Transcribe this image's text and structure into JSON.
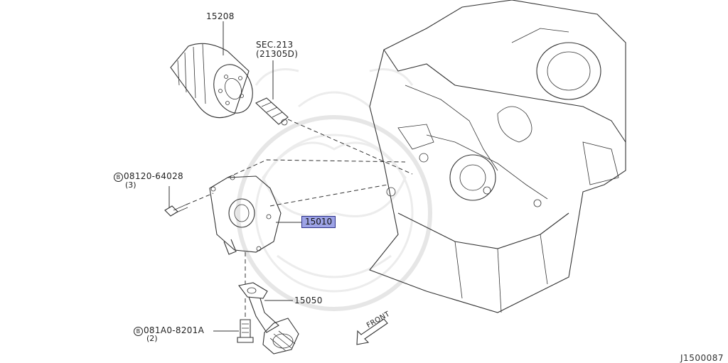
{
  "diagram_id": "J1500087",
  "parts": {
    "oil_filter": "15208",
    "sensor_ref": "SEC.213",
    "sensor_part": "(21305D)",
    "bolt_top": "08120-64028",
    "bolt_top_qty": "(3)",
    "oil_pump": "15010",
    "strainer": "15050",
    "bolt_bottom": "081A0-8201A",
    "bolt_bottom_qty": "(2)"
  },
  "bolt_symbol": "B",
  "direction_label": "FRONT",
  "colors": {
    "highlight": "#9da3e6",
    "line": "#333333"
  }
}
